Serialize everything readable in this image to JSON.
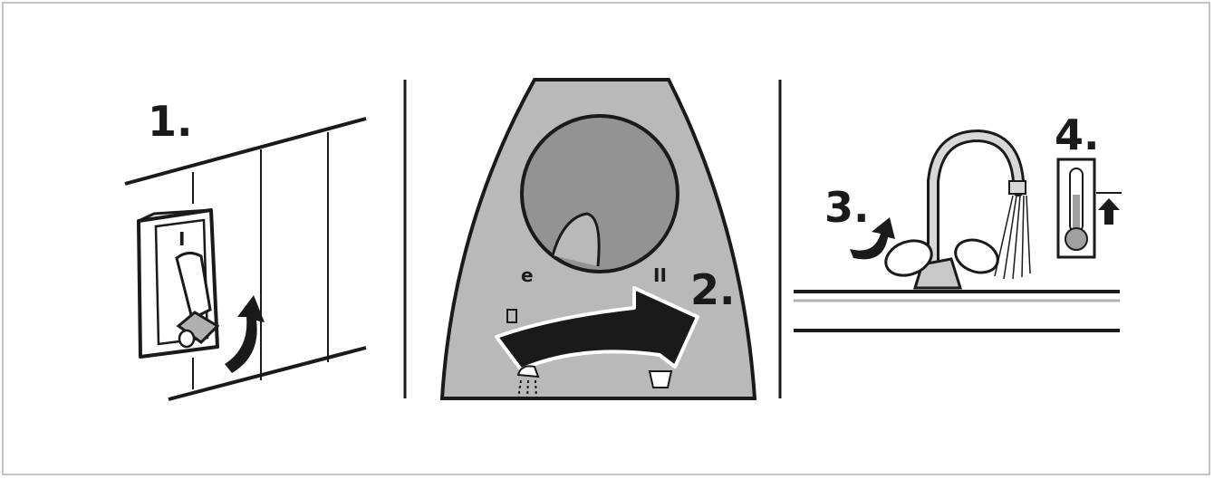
{
  "steps": {
    "step1": "1.",
    "step2": "2.",
    "step3": "3.",
    "step4": "4."
  },
  "switch_mark": "I",
  "dial_labels": {
    "left": "e",
    "right": "II"
  },
  "colors": {
    "line": "#1a1a1a",
    "appliance_body": "#b9b9b9",
    "dial": "#939393",
    "switch_face": "#ffffff",
    "frame": "#c4c4c4"
  }
}
